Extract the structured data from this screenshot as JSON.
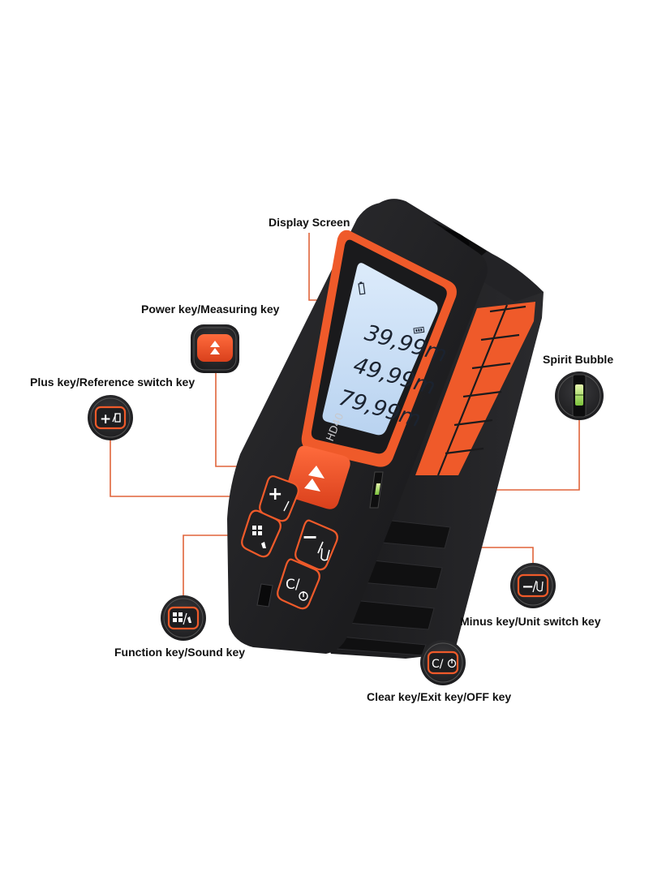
{
  "colors": {
    "accent": "#ef5a2a",
    "body": "#1e1e20",
    "screen": "#cfe3f7",
    "leader": "#e0643a"
  },
  "labels": {
    "display_screen": "Display Screen",
    "power_key": "Power key/Measuring key",
    "plus_key": "Plus key/Reference switch key",
    "spirit_bubble": "Spirit Bubble",
    "minus_key": "Minus key/Unit switch key",
    "function_key": "Function key/Sound key",
    "clear_key": "Clear key/Exit key/OFF key"
  },
  "device": {
    "model": "HD40",
    "readings": [
      "39,99m",
      "49,99m",
      "79,99m"
    ]
  },
  "icons": {
    "power": "measure-triangle-icon",
    "plus": "plus-reference-icon",
    "minus": "minus-unit-icon",
    "function": "function-sound-icon",
    "clear": "clear-power-icon",
    "bubble": "spirit-bubble-icon",
    "battery": "battery-icon"
  },
  "key_glyphs": {
    "plus": "+",
    "minus": "−",
    "clear": "C/",
    "unit": "U"
  }
}
